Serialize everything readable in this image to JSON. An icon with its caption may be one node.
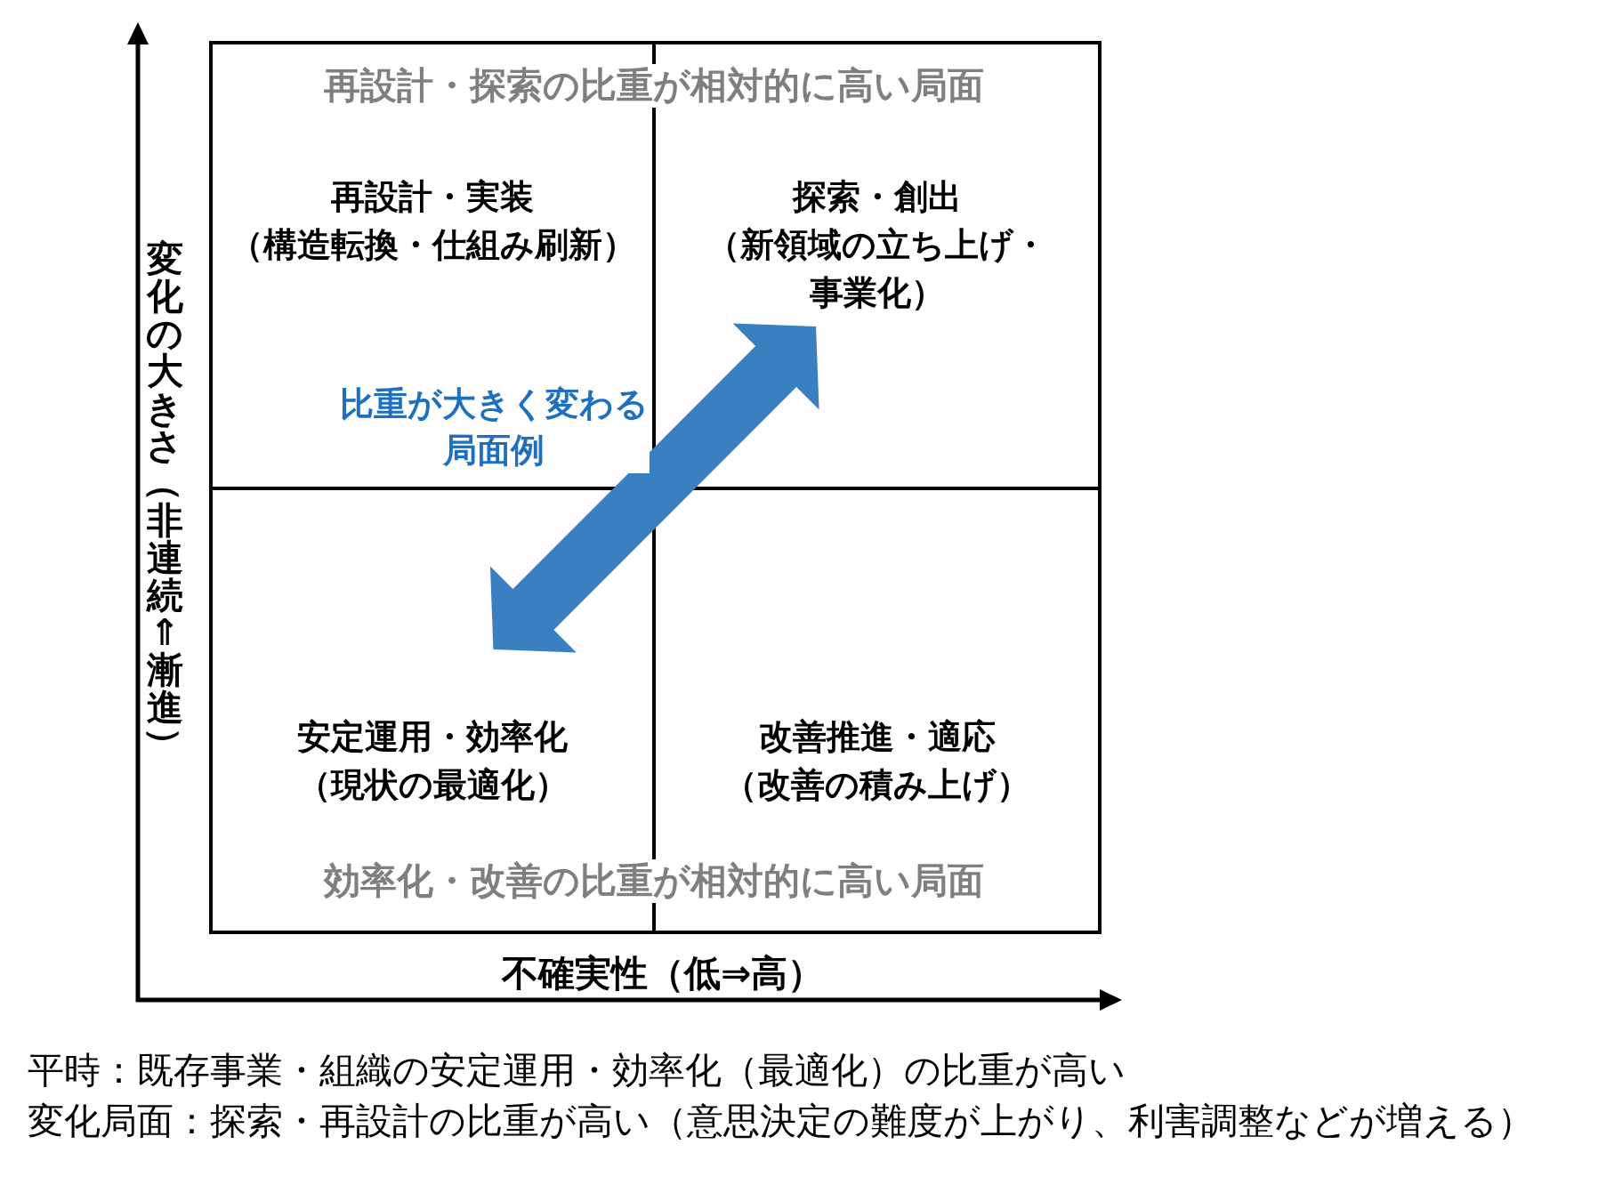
{
  "diagram": {
    "nodes": [
      {
        "text": [
          "再設計・実装",
          "（構造転換・仕組み刷新）"
        ]
      },
      {
        "text": [
          "探索・創出",
          "（新領域の立ち上げ・事業化）"
        ]
      },
      {
        "text": [
          "安定運用・効率化",
          "（現状の最適化）"
        ]
      },
      {
        "text": [
          "改善推進・適応",
          "（改善の積み上げ）"
        ]
      }
    ],
    "edges": [
      {
        "from": 2,
        "to": 1,
        "arrow": "both",
        "label": "比重が大きく変わる局面例"
      }
    ],
    "labels": [
      "再設計・探索の比重が相対的に高い局面",
      "変化の大きさ（非連続⇑漸進）",
      "効率化・改善の比重が相対的に高い局面",
      "不確実性（低⇒高）",
      "平時：既存事業・組織の安定運用・効率化（最適化）の比重が高い",
      "変化局面：探索・再設計の比重が高い（意思決定の難度が上がり、利害調整などが増える）"
    ]
  }
}
